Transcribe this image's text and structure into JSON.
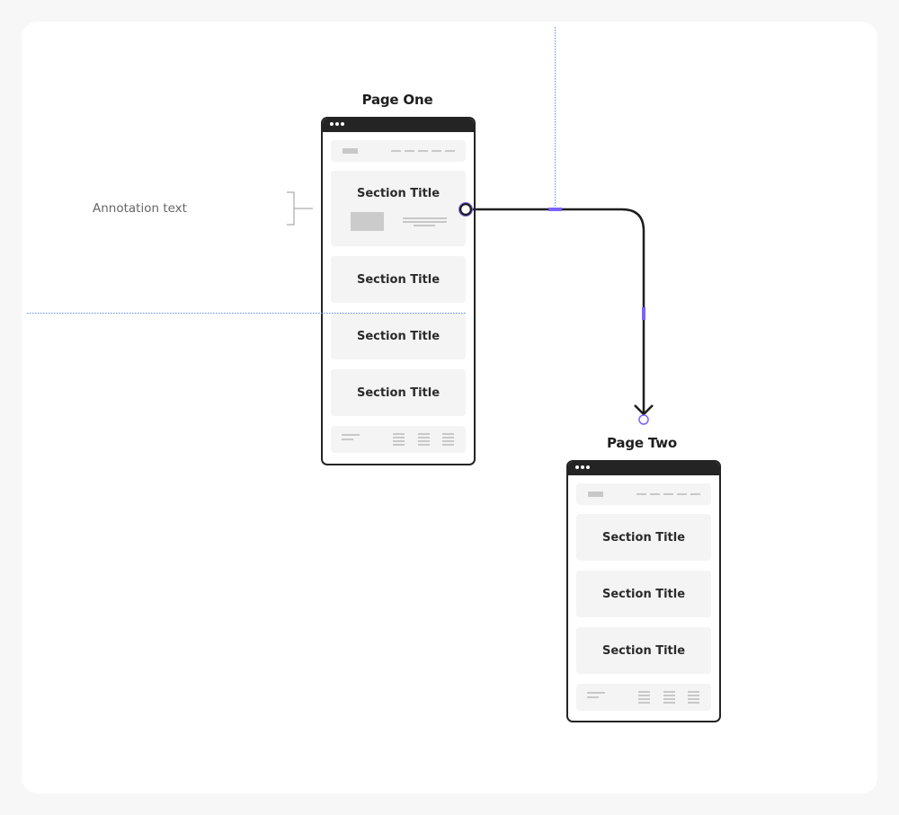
{
  "annotation": {
    "text": "Annotation text"
  },
  "page_one": {
    "label": "Page One",
    "sections": [
      "Section Title",
      "Section Title",
      "Section Title",
      "Section Title"
    ]
  },
  "page_two": {
    "label": "Page Two",
    "sections": [
      "Section Title",
      "Section Title",
      "Section Title"
    ]
  },
  "colors": {
    "connector": "#1e1e1e",
    "accent": "#7b61ff",
    "guide": "#5b8def"
  }
}
